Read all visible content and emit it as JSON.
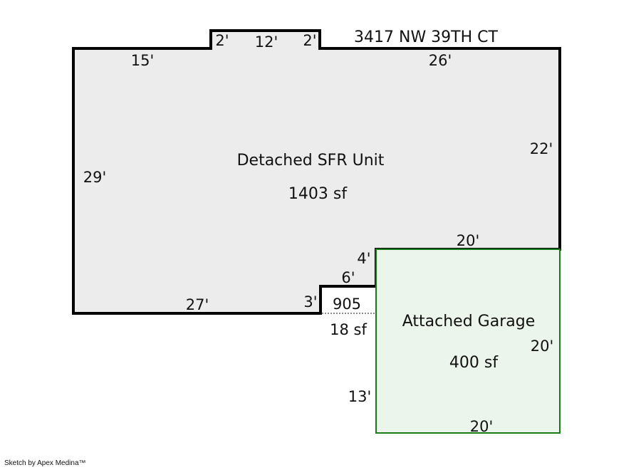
{
  "address": "3417 NW 39TH CT",
  "credit": "Sketch by Apex Medina™",
  "colors": {
    "house_fill": "#ececec",
    "house_stroke": "#000000",
    "garage_fill": "#ebf5eb",
    "garage_stroke": "#1a7a1a",
    "porch_line": "#666666"
  },
  "areas": {
    "house": {
      "name": "Detached SFR Unit",
      "sf": "1403 sf"
    },
    "porch": {
      "code": "905",
      "sf": "18 sf"
    },
    "garage": {
      "name": "Attached Garage",
      "sf": "400 sf"
    }
  },
  "dimensions": {
    "top_left": "15'",
    "bump_left": "2'",
    "bump_top": "12'",
    "bump_right": "2'",
    "top_right": "26'",
    "right": "22'",
    "left": "29'",
    "garage_top": "20'",
    "step_vertical": "4'",
    "step_horizontal": "6'",
    "porch_side": "3'",
    "bottom": "27'",
    "garage_right": "20'",
    "garage_left": "13'",
    "garage_bottom": "20'"
  }
}
